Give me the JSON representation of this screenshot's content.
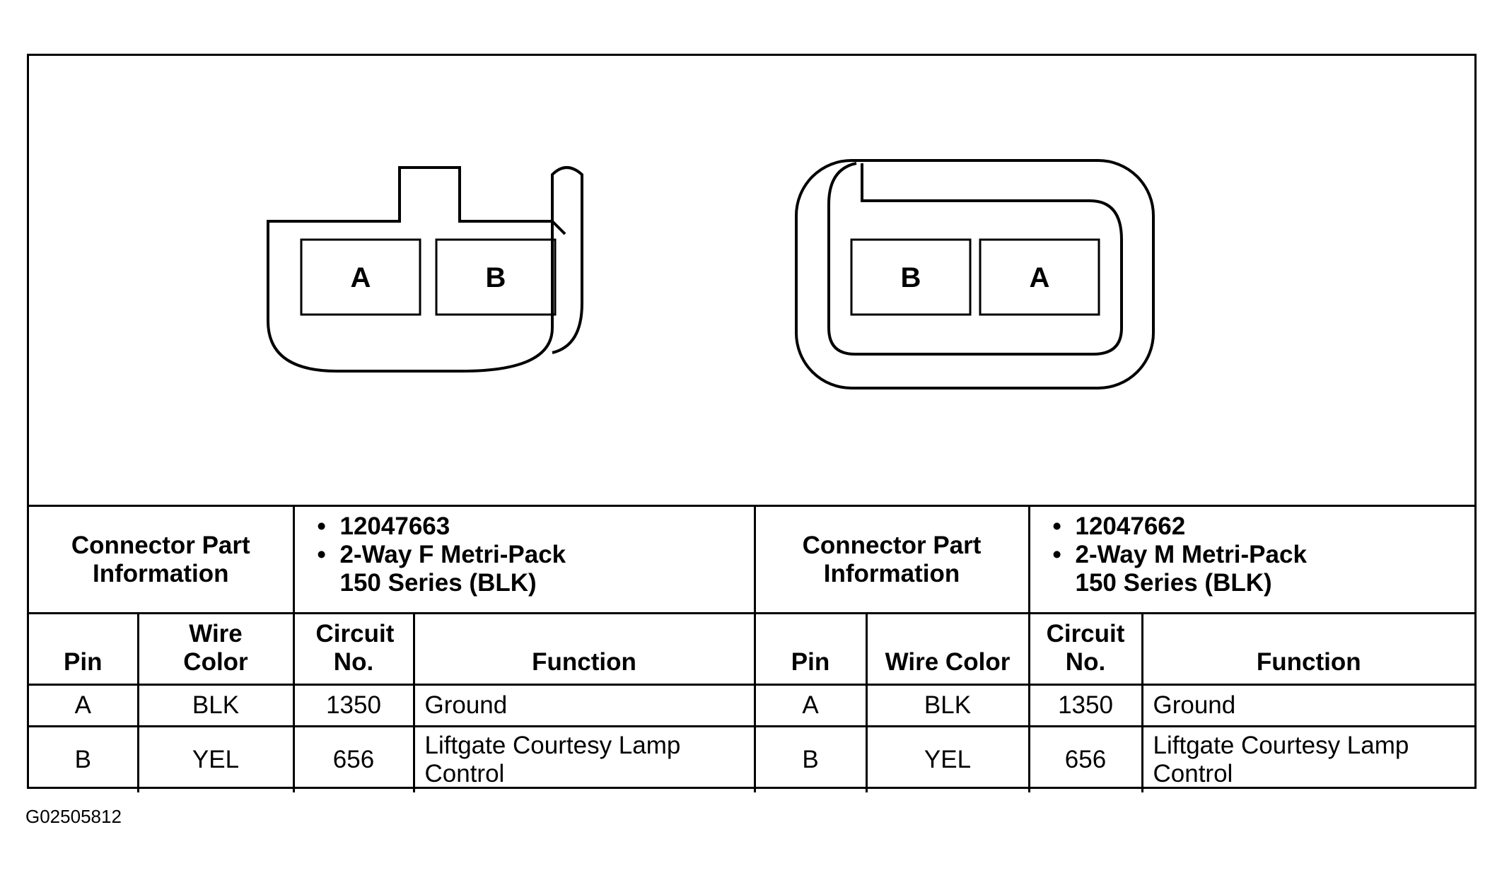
{
  "figure_code": "G02505812",
  "connectors": [
    {
      "side": "left",
      "view_pins": [
        "A",
        "B"
      ],
      "info_label": "Connector Part Information",
      "part_info": [
        "12047663",
        "2-Way F Metri-Pack 150 Series (BLK)"
      ]
    },
    {
      "side": "right",
      "view_pins": [
        "B",
        "A"
      ],
      "info_label": "Connector Part Information",
      "part_info": [
        "12047662",
        "2-Way M Metri-Pack 150 Series (BLK)"
      ]
    }
  ],
  "headers": {
    "left": [
      "Pin",
      "Wire Color",
      "Circuit No.",
      "Function"
    ],
    "right": [
      "Pin",
      "Wire Color",
      "Circuit No.",
      "Function"
    ]
  },
  "rows": [
    {
      "pin": "A",
      "wire_color": "BLK",
      "circuit": "1350",
      "function": "Ground"
    },
    {
      "pin": "B",
      "wire_color": "YEL",
      "circuit": "656",
      "function": "Liftgate Courtesy Lamp Control"
    }
  ]
}
